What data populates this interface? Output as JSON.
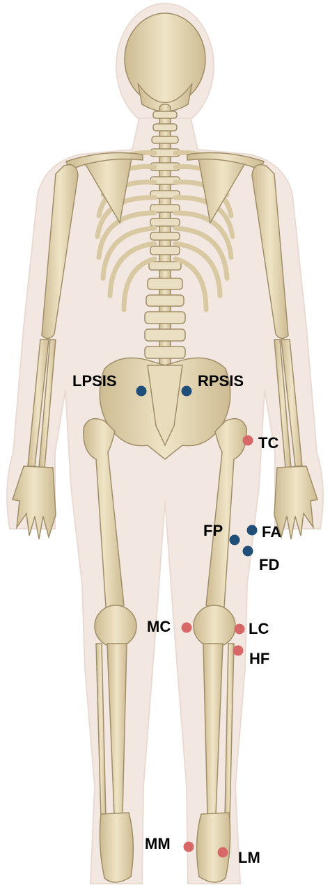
{
  "colors": {
    "anatomical_marker": "#1f4e79",
    "cluster_marker": "#d86868",
    "bone": "#e6d8b4",
    "bone_outline": "#9c8a66",
    "body_silhouette": "#f2e6de",
    "background": "#ffffff"
  },
  "markers": [
    {
      "id": "LPSIS",
      "label": "LPSIS",
      "color": "anatomical_marker"
    },
    {
      "id": "RPSIS",
      "label": "RPSIS",
      "color": "anatomical_marker"
    },
    {
      "id": "TC",
      "label": "TC",
      "color": "cluster_marker"
    },
    {
      "id": "FP",
      "label": "FP",
      "color": "anatomical_marker"
    },
    {
      "id": "FA",
      "label": "FA",
      "color": "anatomical_marker"
    },
    {
      "id": "FD",
      "label": "FD",
      "color": "anatomical_marker"
    },
    {
      "id": "MC",
      "label": "MC",
      "color": "cluster_marker"
    },
    {
      "id": "LC",
      "label": "LC",
      "color": "cluster_marker"
    },
    {
      "id": "HF",
      "label": "HF",
      "color": "cluster_marker"
    },
    {
      "id": "MM",
      "label": "MM",
      "color": "cluster_marker"
    },
    {
      "id": "LM",
      "label": "LM",
      "color": "cluster_marker"
    }
  ]
}
